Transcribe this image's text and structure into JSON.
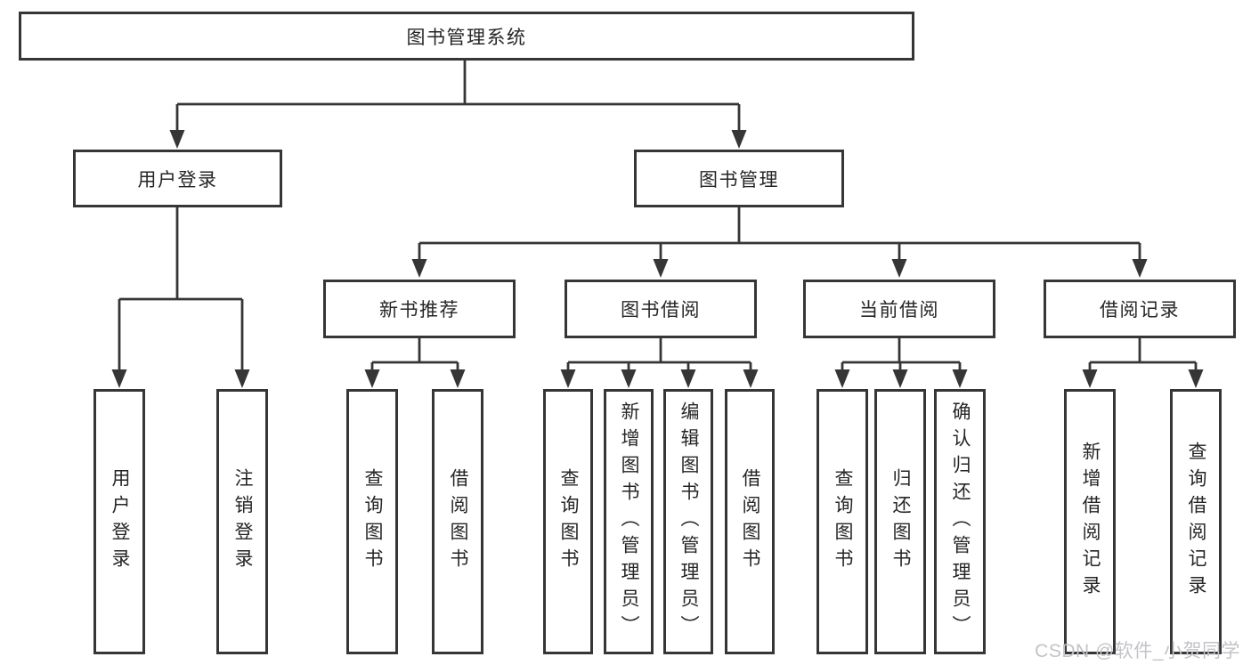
{
  "tree": {
    "label": "图书管理系统",
    "children": [
      {
        "label": "用户登录",
        "children": [
          {
            "label": "用户登录"
          },
          {
            "label": "注销登录"
          }
        ]
      },
      {
        "label": "图书管理",
        "children": [
          {
            "label": "新书推荐",
            "children": [
              {
                "label": "查询图书"
              },
              {
                "label": "借阅图书"
              }
            ]
          },
          {
            "label": "图书借阅",
            "children": [
              {
                "label": "查询图书"
              },
              {
                "label": "新增图书（管理员）"
              },
              {
                "label": "编辑图书（管理员）"
              },
              {
                "label": "借阅图书"
              }
            ]
          },
          {
            "label": "当前借阅",
            "children": [
              {
                "label": "查询图书"
              },
              {
                "label": "归还图书"
              },
              {
                "label": "确认归还（管理员）"
              }
            ]
          },
          {
            "label": "借阅记录",
            "children": [
              {
                "label": "新增借阅记录"
              },
              {
                "label": "查询借阅记录"
              }
            ]
          }
        ]
      }
    ]
  },
  "watermark": "CSDN @软件_小贺同学",
  "colors": {
    "line": "#363636",
    "text": "#262626",
    "watermark": "#c3c3c8",
    "background": "#ffffff"
  }
}
